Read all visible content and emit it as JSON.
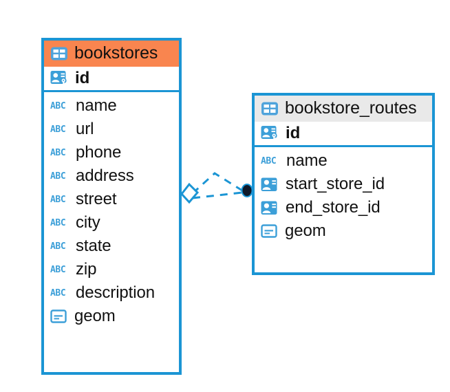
{
  "diagram": {
    "type": "entity-relationship-diagram",
    "background_color": "#FFFFFF",
    "accent_color": "#1B95D4",
    "highlight_color": "#F9854F",
    "header_gray": "#E9E9E9",
    "icon_blue": "#3C9FD8"
  },
  "entities": [
    {
      "name": "bookstores",
      "header_style": "accent-orange",
      "table_icon": "table-icon",
      "primary_keys": [
        {
          "label": "id",
          "icon": "primary-key-icon"
        }
      ],
      "fields": [
        {
          "label": "name",
          "icon": "text-abc-icon"
        },
        {
          "label": "url",
          "icon": "text-abc-icon"
        },
        {
          "label": "phone",
          "icon": "text-abc-icon"
        },
        {
          "label": "address",
          "icon": "text-abc-icon"
        },
        {
          "label": "street",
          "icon": "text-abc-icon"
        },
        {
          "label": "city",
          "icon": "text-abc-icon"
        },
        {
          "label": "state",
          "icon": "text-abc-icon"
        },
        {
          "label": "zip",
          "icon": "text-abc-icon"
        },
        {
          "label": "description",
          "icon": "text-abc-icon"
        },
        {
          "label": "geom",
          "icon": "geometry-icon"
        }
      ]
    },
    {
      "name": "bookstore_routes",
      "header_style": "accent-gray",
      "table_icon": "table-icon",
      "primary_keys": [
        {
          "label": "id",
          "icon": "primary-key-icon"
        }
      ],
      "fields": [
        {
          "label": "name",
          "icon": "text-abc-icon"
        },
        {
          "label": "start_store_id",
          "icon": "foreign-key-icon"
        },
        {
          "label": "end_store_id",
          "icon": "foreign-key-icon"
        },
        {
          "label": "geom",
          "icon": "geometry-icon"
        }
      ]
    }
  ],
  "relationship": {
    "source_entity": "bookstores",
    "target_entity": "bookstore_routes",
    "source_marker": "diamond-marker",
    "target_marker": "filled-circle-marker",
    "line_style": "dashed",
    "line_color": "#1B95D4",
    "target_marker_color": "#101A2B"
  }
}
